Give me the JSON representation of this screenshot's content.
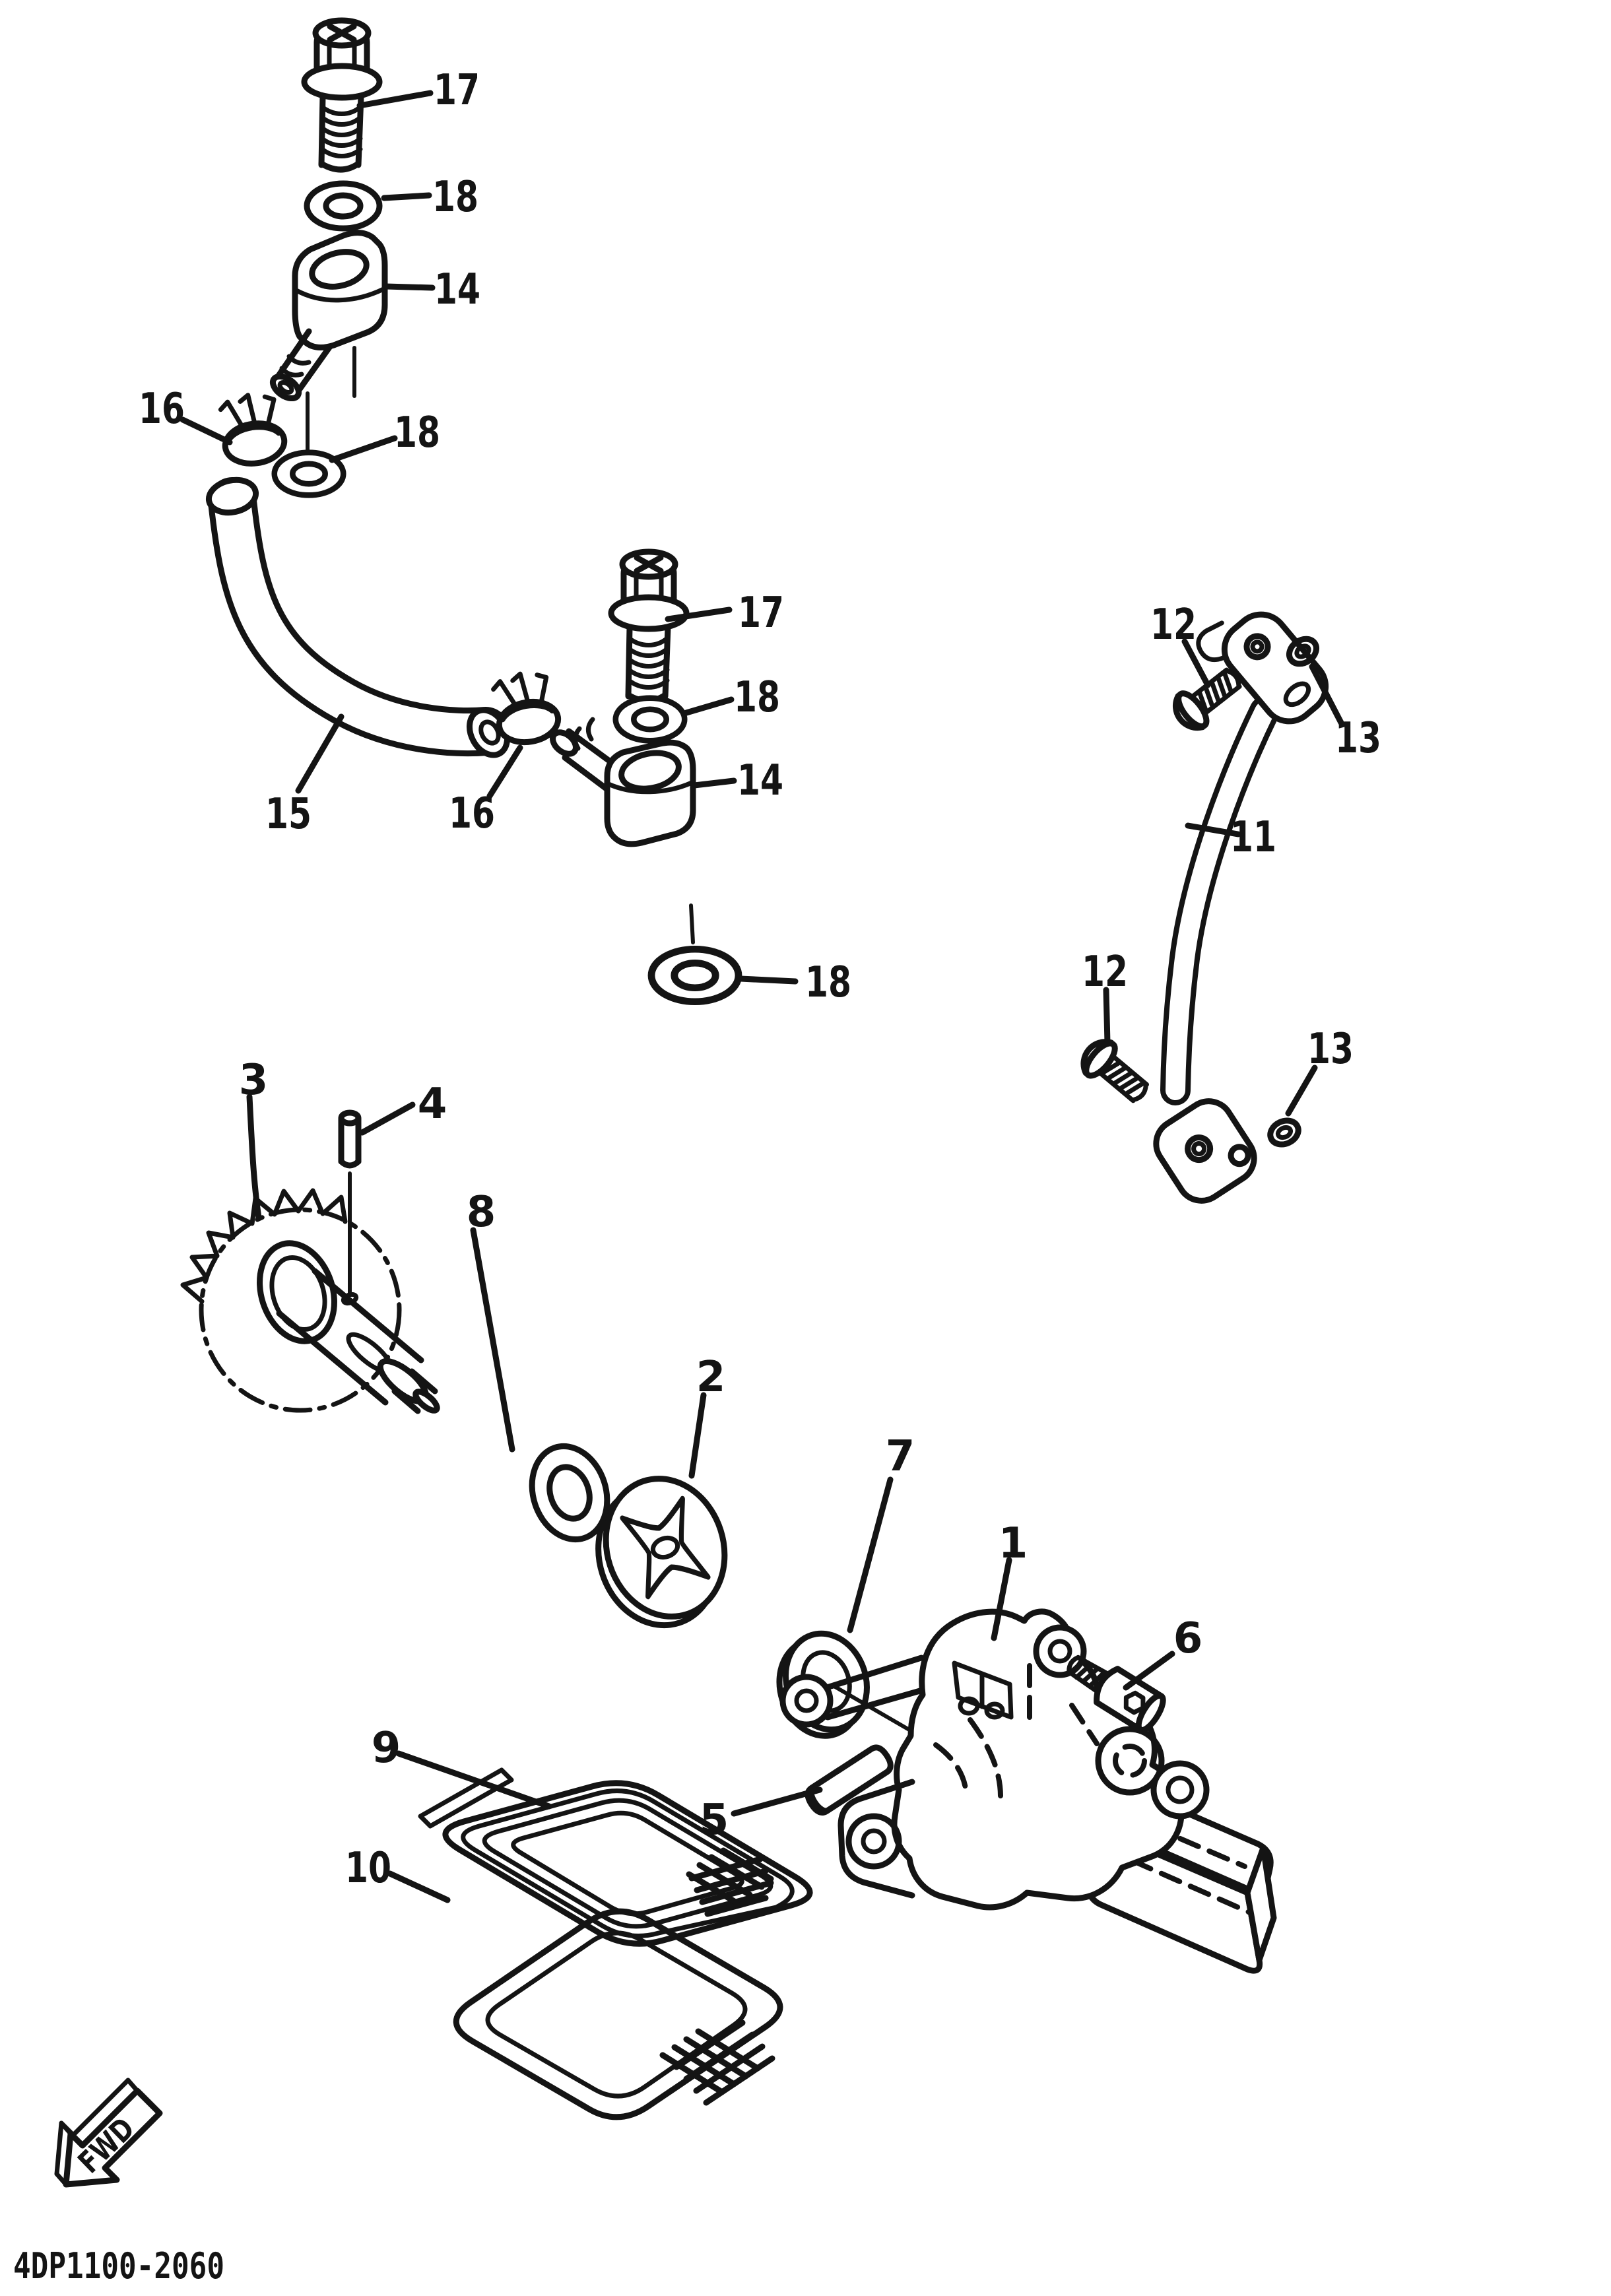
{
  "page": {
    "paper_color": "#ffffff",
    "ink_color": "#141414"
  },
  "diagram": {
    "code": "4DP1100-2060",
    "direction_marker": "FWD"
  },
  "callouts": [
    {
      "label": "17"
    },
    {
      "label": "18"
    },
    {
      "label": "14"
    },
    {
      "label": "16"
    },
    {
      "label": "18"
    },
    {
      "label": "15"
    },
    {
      "label": "17"
    },
    {
      "label": "18"
    },
    {
      "label": "16"
    },
    {
      "label": "14"
    },
    {
      "label": "18"
    },
    {
      "label": "12"
    },
    {
      "label": "13"
    },
    {
      "label": "11"
    },
    {
      "label": "12"
    },
    {
      "label": "13"
    },
    {
      "label": "3"
    },
    {
      "label": "4"
    },
    {
      "label": "8"
    },
    {
      "label": "2"
    },
    {
      "label": "7"
    },
    {
      "label": "1"
    },
    {
      "label": "6"
    },
    {
      "label": "5"
    },
    {
      "label": "9"
    },
    {
      "label": "10"
    }
  ]
}
